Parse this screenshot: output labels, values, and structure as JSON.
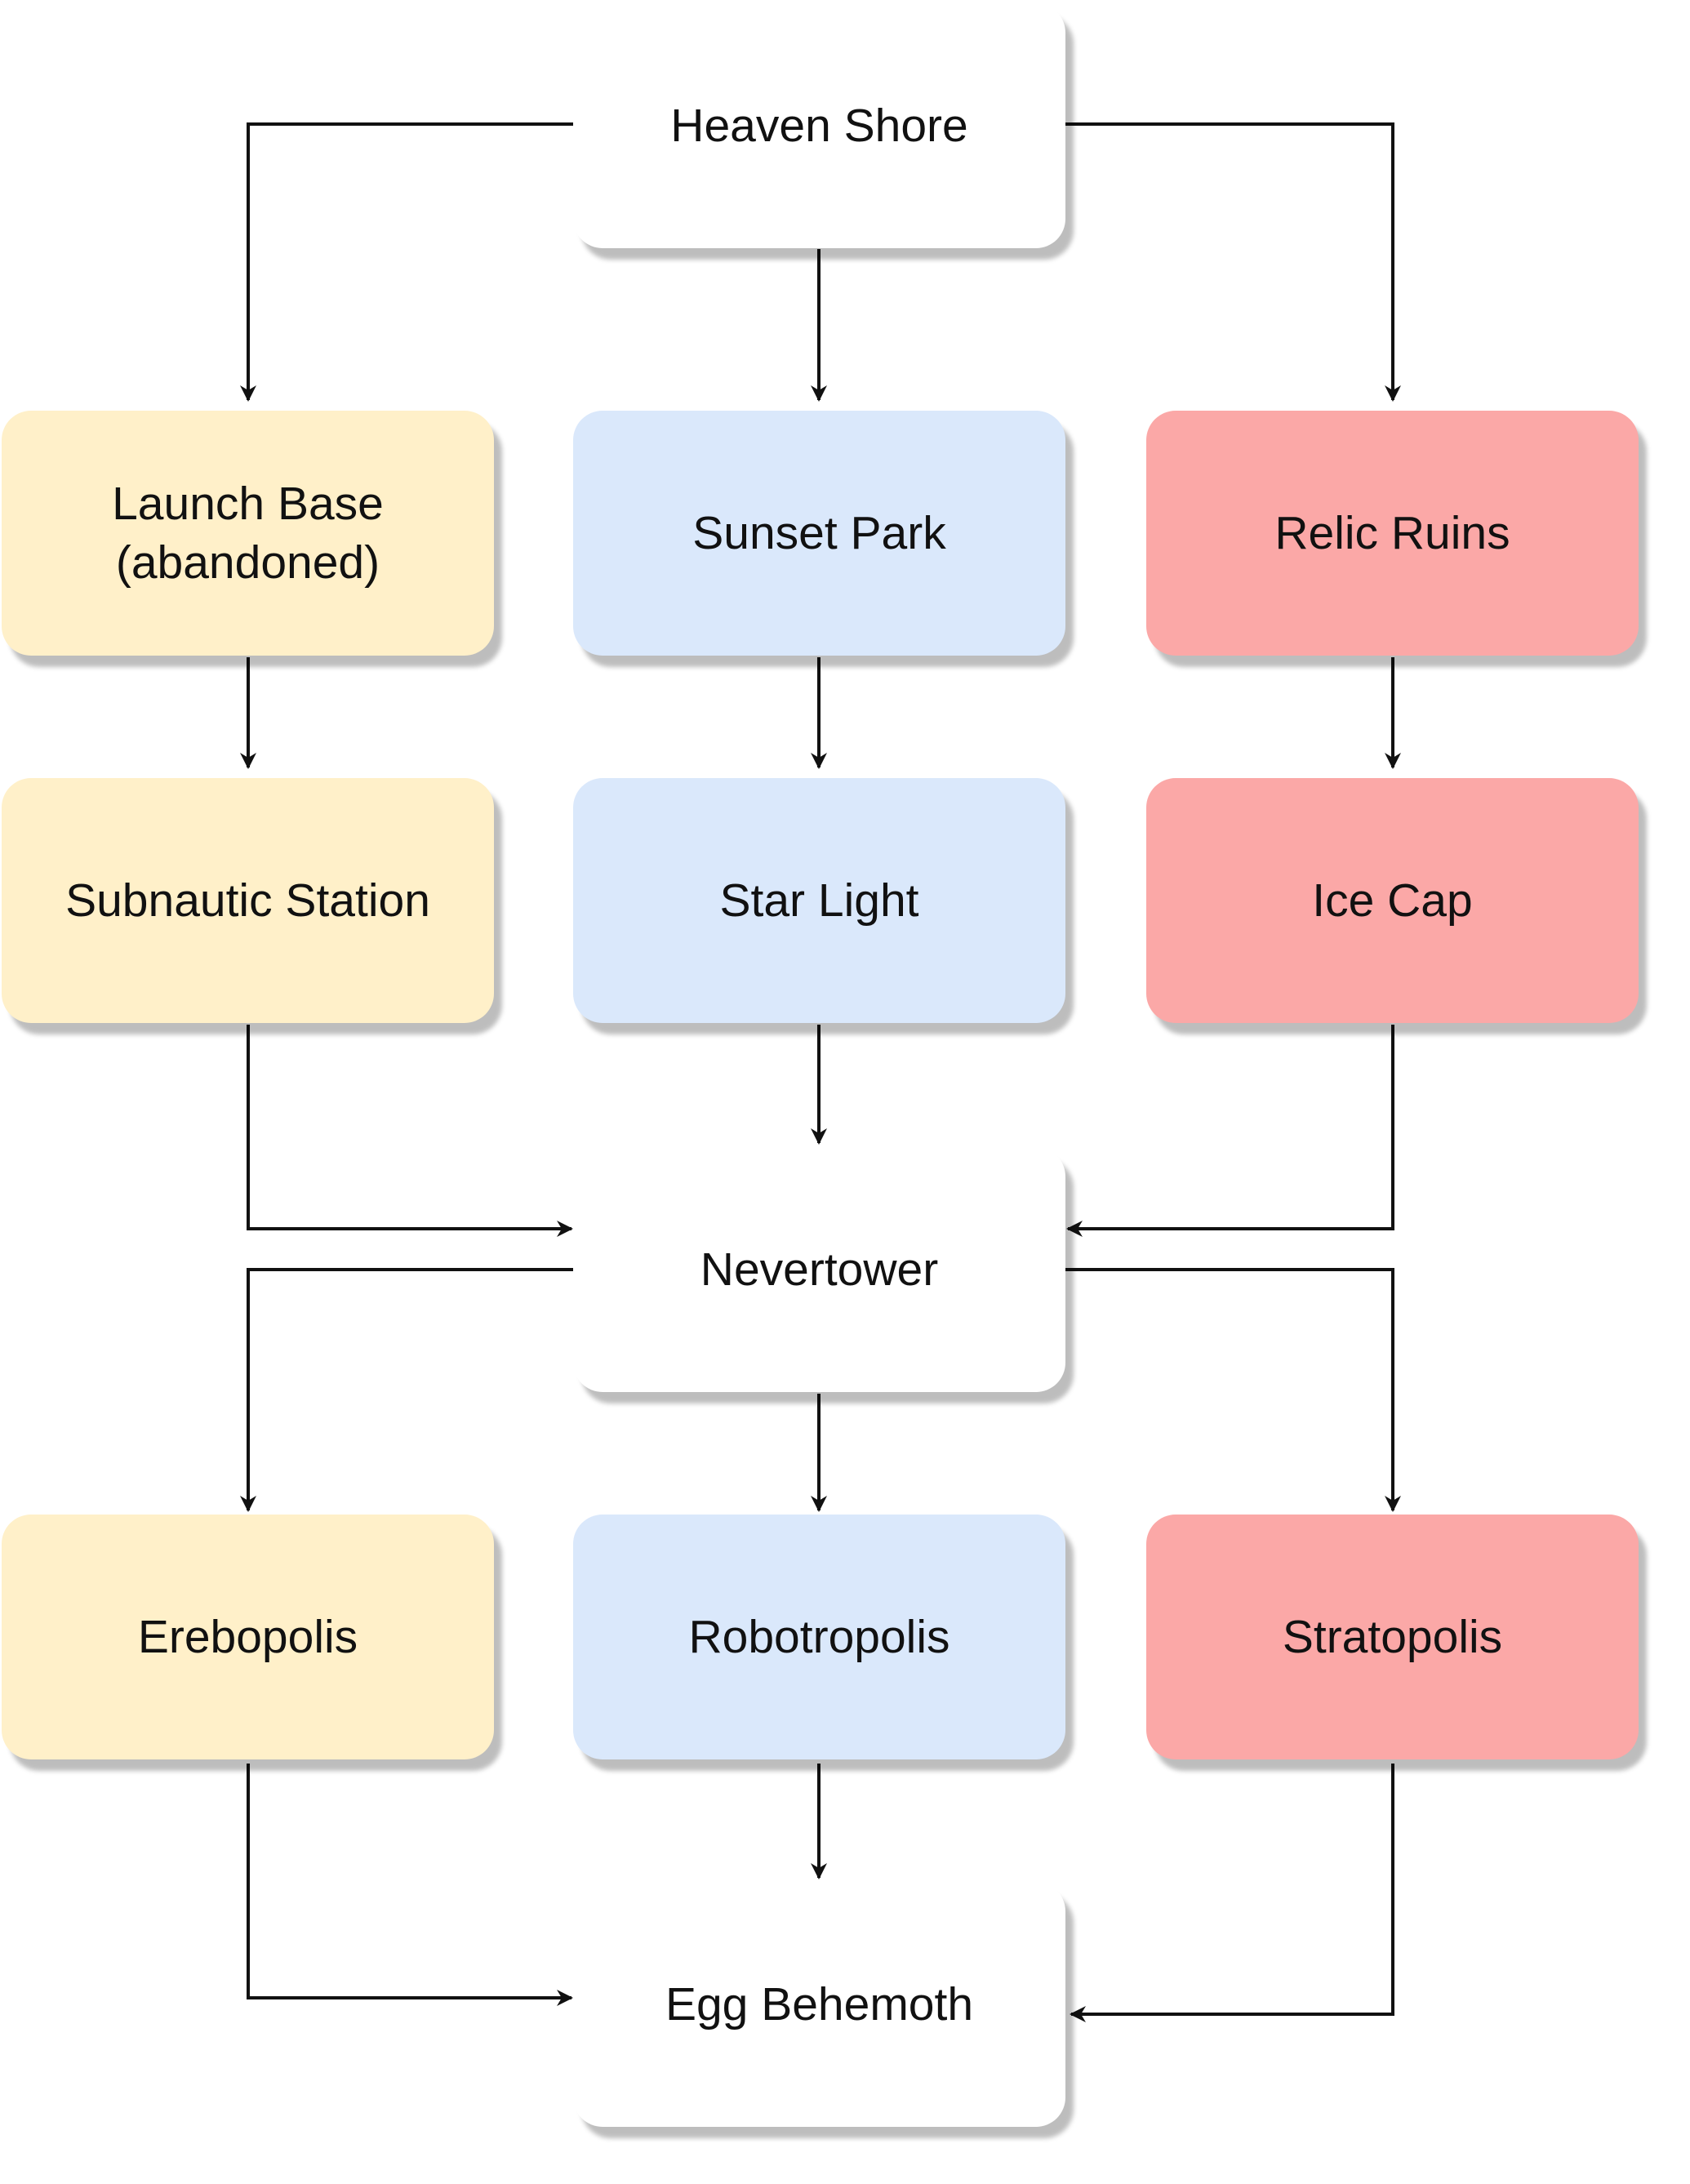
{
  "nodes": {
    "heaven_shore": "Heaven Shore",
    "launch_base": "Launch Base\n(abandoned)",
    "sunset_park": "Sunset Park",
    "relic_ruins": "Relic Ruins",
    "subnautic_station": "Subnautic Station",
    "star_light": "Star Light",
    "ice_cap": "Ice Cap",
    "nevertower": "Nevertower",
    "erebopolis": "Erebopolis",
    "robotropolis": "Robotropolis",
    "stratopolis": "Stratopolis",
    "egg_behemoth": "Egg Behemoth"
  },
  "edges": [
    [
      "heaven_shore",
      "launch_base"
    ],
    [
      "heaven_shore",
      "sunset_park"
    ],
    [
      "heaven_shore",
      "relic_ruins"
    ],
    [
      "launch_base",
      "subnautic_station"
    ],
    [
      "sunset_park",
      "star_light"
    ],
    [
      "relic_ruins",
      "ice_cap"
    ],
    [
      "subnautic_station",
      "nevertower"
    ],
    [
      "star_light",
      "nevertower"
    ],
    [
      "ice_cap",
      "nevertower"
    ],
    [
      "nevertower",
      "erebopolis"
    ],
    [
      "nevertower",
      "robotropolis"
    ],
    [
      "nevertower",
      "stratopolis"
    ],
    [
      "erebopolis",
      "egg_behemoth"
    ],
    [
      "robotropolis",
      "egg_behemoth"
    ],
    [
      "stratopolis",
      "egg_behemoth"
    ]
  ],
  "colors": {
    "white": "#ffffff",
    "yellow": "#fff0c9",
    "blue": "#dae8fb",
    "red": "#fba8a7",
    "edge": "#111111"
  }
}
